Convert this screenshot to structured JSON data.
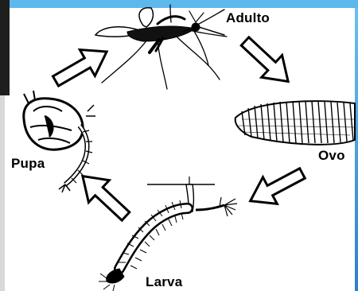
{
  "stages": {
    "adult": "Adulto",
    "egg": "Ovo",
    "larva": "Larva",
    "pupa": "Pupa"
  },
  "colors": {
    "top_bar": "#5db8ec",
    "left_bar": "#1e1e1e",
    "ink": "#000000"
  }
}
